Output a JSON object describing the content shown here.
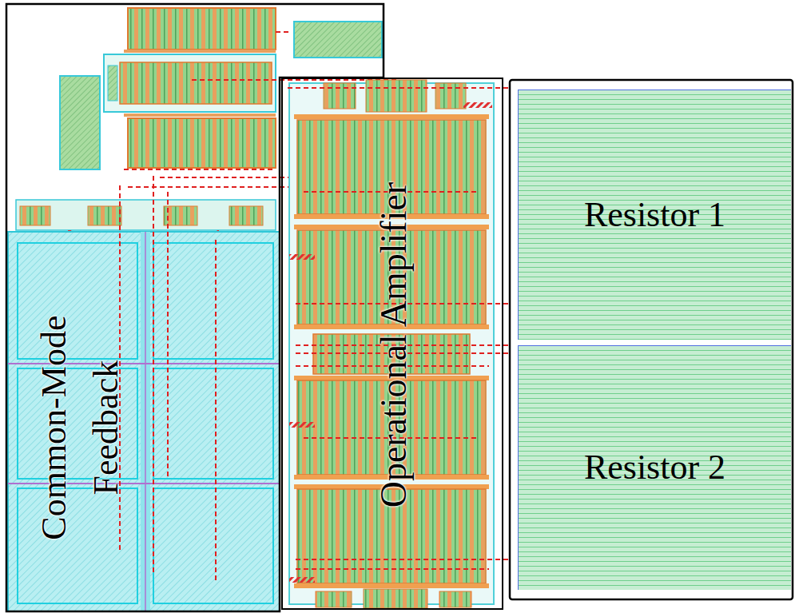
{
  "diagram": {
    "nodes": [
      {
        "text": [
          "Common-Mode Feedback"
        ]
      },
      {
        "text": [
          "Operational Amplifier"
        ]
      },
      {
        "text": [
          "Resistor 1"
        ]
      },
      {
        "text": [
          "Resistor 2"
        ]
      }
    ]
  }
}
